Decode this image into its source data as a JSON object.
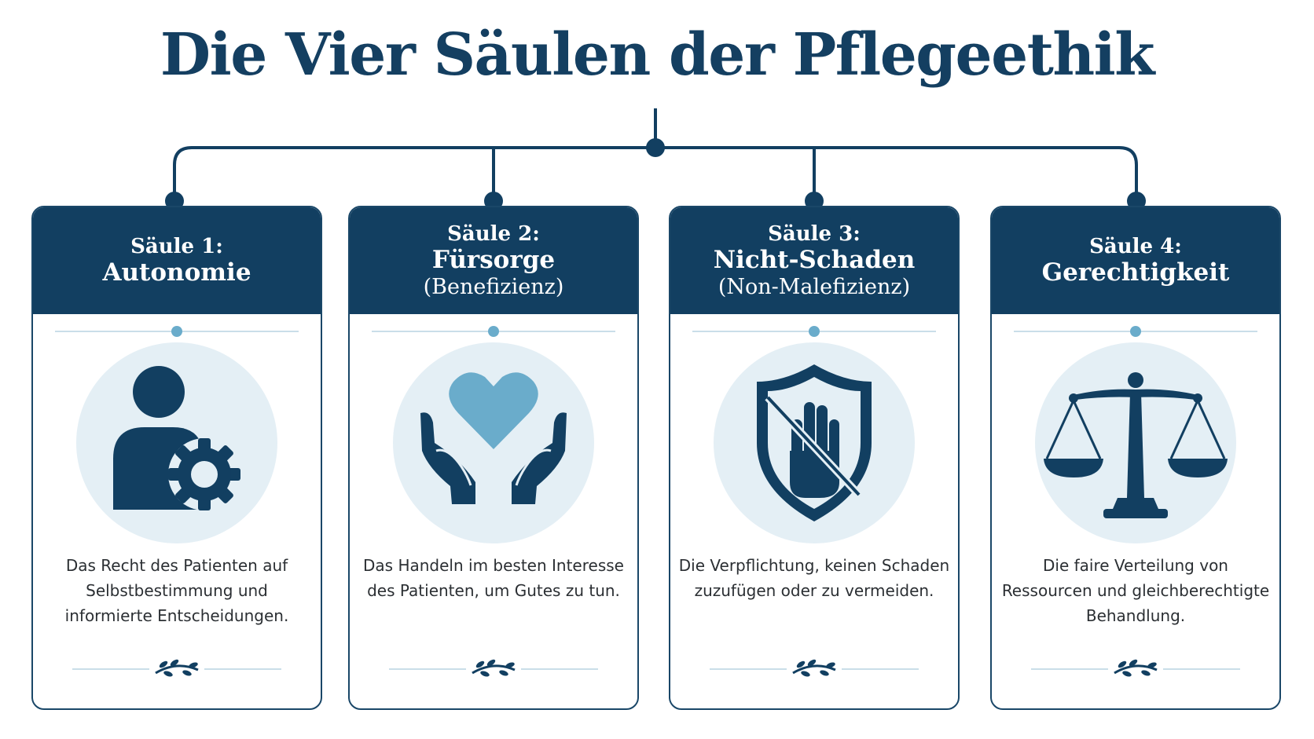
{
  "title": "Die Vier Säulen der Pflegeethik",
  "colors": {
    "navy": "#123f61",
    "accent": "#6aaccb",
    "circle": "#e4eff5",
    "text": "#2b2f33"
  },
  "pillars": [
    {
      "number": "Säule 1:",
      "name": "Autonomie",
      "subtitle": "",
      "icon": "person-gear-icon",
      "description": "Das Recht des Patienten auf Selbstbestimmung und informierte Entscheidungen."
    },
    {
      "number": "Säule 2:",
      "name": "Fürsorge",
      "subtitle": "(Benefizienz)",
      "icon": "hands-heart-icon",
      "description": "Das Handeln im besten Interesse des Patienten, um Gutes zu tun."
    },
    {
      "number": "Säule 3:",
      "name": "Nicht-Schaden",
      "subtitle": "(Non-Malefizienz)",
      "icon": "shield-hand-prohibited-icon",
      "description": "Die Verpflichtung, keinen Schaden zuzufügen oder zu vermeiden."
    },
    {
      "number": "Säule 4:",
      "name": "Gerechtigkeit",
      "subtitle": "",
      "icon": "scales-justice-icon",
      "description": "Die faire Verteilung von Ressourcen und gleichberechtigte Behandlung."
    }
  ]
}
